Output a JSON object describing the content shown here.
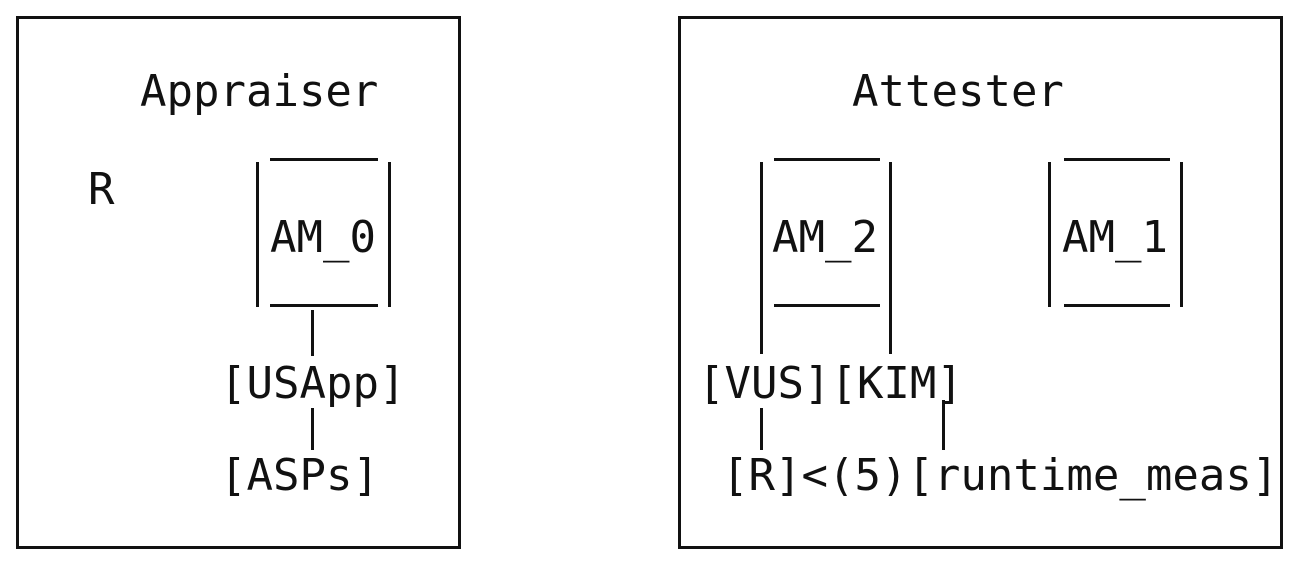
{
  "appraiser": {
    "title": "Appraiser",
    "r_label": "R",
    "am0": "AM_0",
    "usapp": "[USApp]",
    "asps": "[ASPs]"
  },
  "attester": {
    "title": "Attester",
    "am2": "AM_2",
    "am1": "AM_1",
    "vus_kim": "[VUS][KIM]",
    "bottom_row": "[R]<(5)[runtime_meas]"
  }
}
